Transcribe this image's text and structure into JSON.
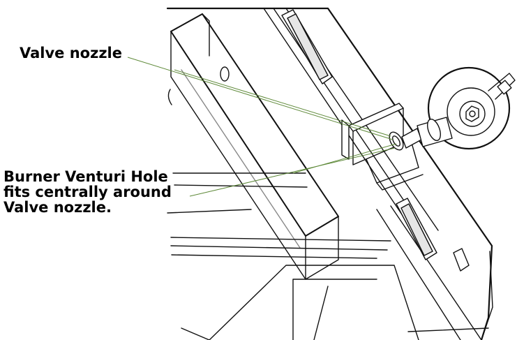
{
  "labels": {
    "valve_nozzle": "Valve nozzle",
    "burner_venturi": {
      "line1": "Burner Venturi Hole",
      "line2": "fits centrally around",
      "line3": "Valve nozzle."
    }
  },
  "colors": {
    "leader_line": "#5f8a3a",
    "outline": "#111111",
    "fill": "#ffffff",
    "shadow": "#dedede"
  }
}
